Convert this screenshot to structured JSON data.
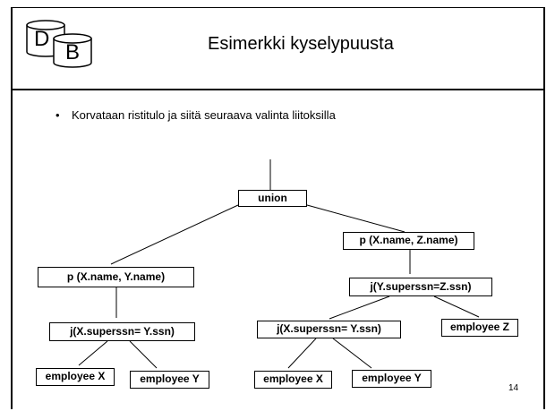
{
  "slide": {
    "title": "Esimerkki kyselypuusta",
    "bullet": "Korvataan ristitulo ja siitä seuraava valinta liitoksilla",
    "bullet_mark": "•",
    "page_number": "14",
    "logo": {
      "letter_1": "D",
      "letter_2": "B"
    }
  },
  "tree": {
    "union": "union",
    "proj_left": "p (X.name, Y.name)",
    "proj_right": "p (X.name, Z.name)",
    "join_left": "j(X.superssn= Y.ssn)",
    "join_right_top": "j(Y.superssn=Z.ssn)",
    "join_right_bottom": "j(X.superssn= Y.ssn)",
    "emp_x_left": "employee X",
    "emp_y_left": "employee Y",
    "emp_x_right": "employee X",
    "emp_y_right": "employee Y",
    "emp_z": "employee Z"
  }
}
